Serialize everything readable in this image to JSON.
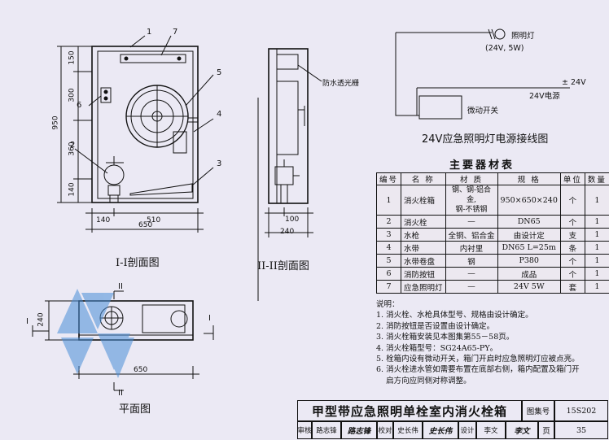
{
  "drawing": {
    "section_1": {
      "caption": "I-I剖面图",
      "dims_vertical": [
        "950",
        "150",
        "300",
        "360",
        "140"
      ],
      "dims_horizontal": [
        "140",
        "510",
        "650"
      ],
      "callouts": [
        "1",
        "7",
        "5",
        "6",
        "4",
        "2",
        "3"
      ]
    },
    "section_2": {
      "caption": "II-II剖面图",
      "note": "防水透光栅",
      "dims": [
        "100",
        "240"
      ]
    },
    "plan": {
      "caption": "平面图",
      "dims": [
        "240",
        "650"
      ],
      "markers": [
        "I",
        "I",
        "II",
        "II"
      ]
    },
    "wiring": {
      "lamp_label": "照明灯",
      "lamp_spec": "(24V, 5W)",
      "supply_label": "24V电源",
      "supply_voltage": "± 24V",
      "switch_label": "微动开关",
      "caption": "24V应急照明灯电源接线图"
    }
  },
  "materials": {
    "title": "主要器材表",
    "headers": [
      "编号",
      "名 称",
      "材 质",
      "规 格",
      "单位",
      "数量"
    ],
    "rows": [
      {
        "no": "1",
        "name": "消火栓箱",
        "material": "钢、钢-铝合金,\n钢-不锈钢",
        "spec": "950×650×240",
        "unit": "个",
        "qty": "1"
      },
      {
        "no": "2",
        "name": "消火栓",
        "material": "—",
        "spec": "DN65",
        "unit": "个",
        "qty": "1"
      },
      {
        "no": "3",
        "name": "水枪",
        "material": "全铜、铝合金",
        "spec": "由设计定",
        "unit": "支",
        "qty": "1"
      },
      {
        "no": "4",
        "name": "水带",
        "material": "内衬里",
        "spec": "DN65  L=25m",
        "unit": "条",
        "qty": "1"
      },
      {
        "no": "5",
        "name": "水带卷盘",
        "material": "钢",
        "spec": "P380",
        "unit": "个",
        "qty": "1"
      },
      {
        "no": "6",
        "name": "消防按钮",
        "material": "—",
        "spec": "成品",
        "unit": "个",
        "qty": "1"
      },
      {
        "no": "7",
        "name": "应急照明灯",
        "material": "—",
        "spec": "24V  5W",
        "unit": "套",
        "qty": "1"
      }
    ]
  },
  "notes": {
    "title": "说明：",
    "items": [
      "1. 消火栓、水枪具体型号、规格由设计确定。",
      "2. 消防按钮是否设置由设计确定。",
      "3. 消火栓箱安装见本图集第55－58页。",
      "4. 消火栓箱型号：SG24A65-PY。",
      "5. 栓箱内设有微动开关，箱门开启时应急照明灯应被点亮。",
      "6. 消火栓进水管如需要布置在底部右侧，箱内配置及箱门开",
      "    启方向应同侧对称调整。"
    ]
  },
  "title_block": {
    "title": "甲型带应急照明单栓室内消火栓箱",
    "atlas_label": "图集号",
    "atlas_no": "15S202",
    "review_label": "审核",
    "reviewer": "路志锋",
    "reviewer_sign": "路志锋",
    "check_label": "校对",
    "checker": "史长伟",
    "checker_sign": "史长伟",
    "design_label": "设计",
    "designer": "李文",
    "designer_sign": "李文",
    "page_label": "页",
    "page_no": "35"
  },
  "colors": {
    "background": "#ebe9f4",
    "ink": "#111111",
    "watermark": "#4a8fd8"
  }
}
